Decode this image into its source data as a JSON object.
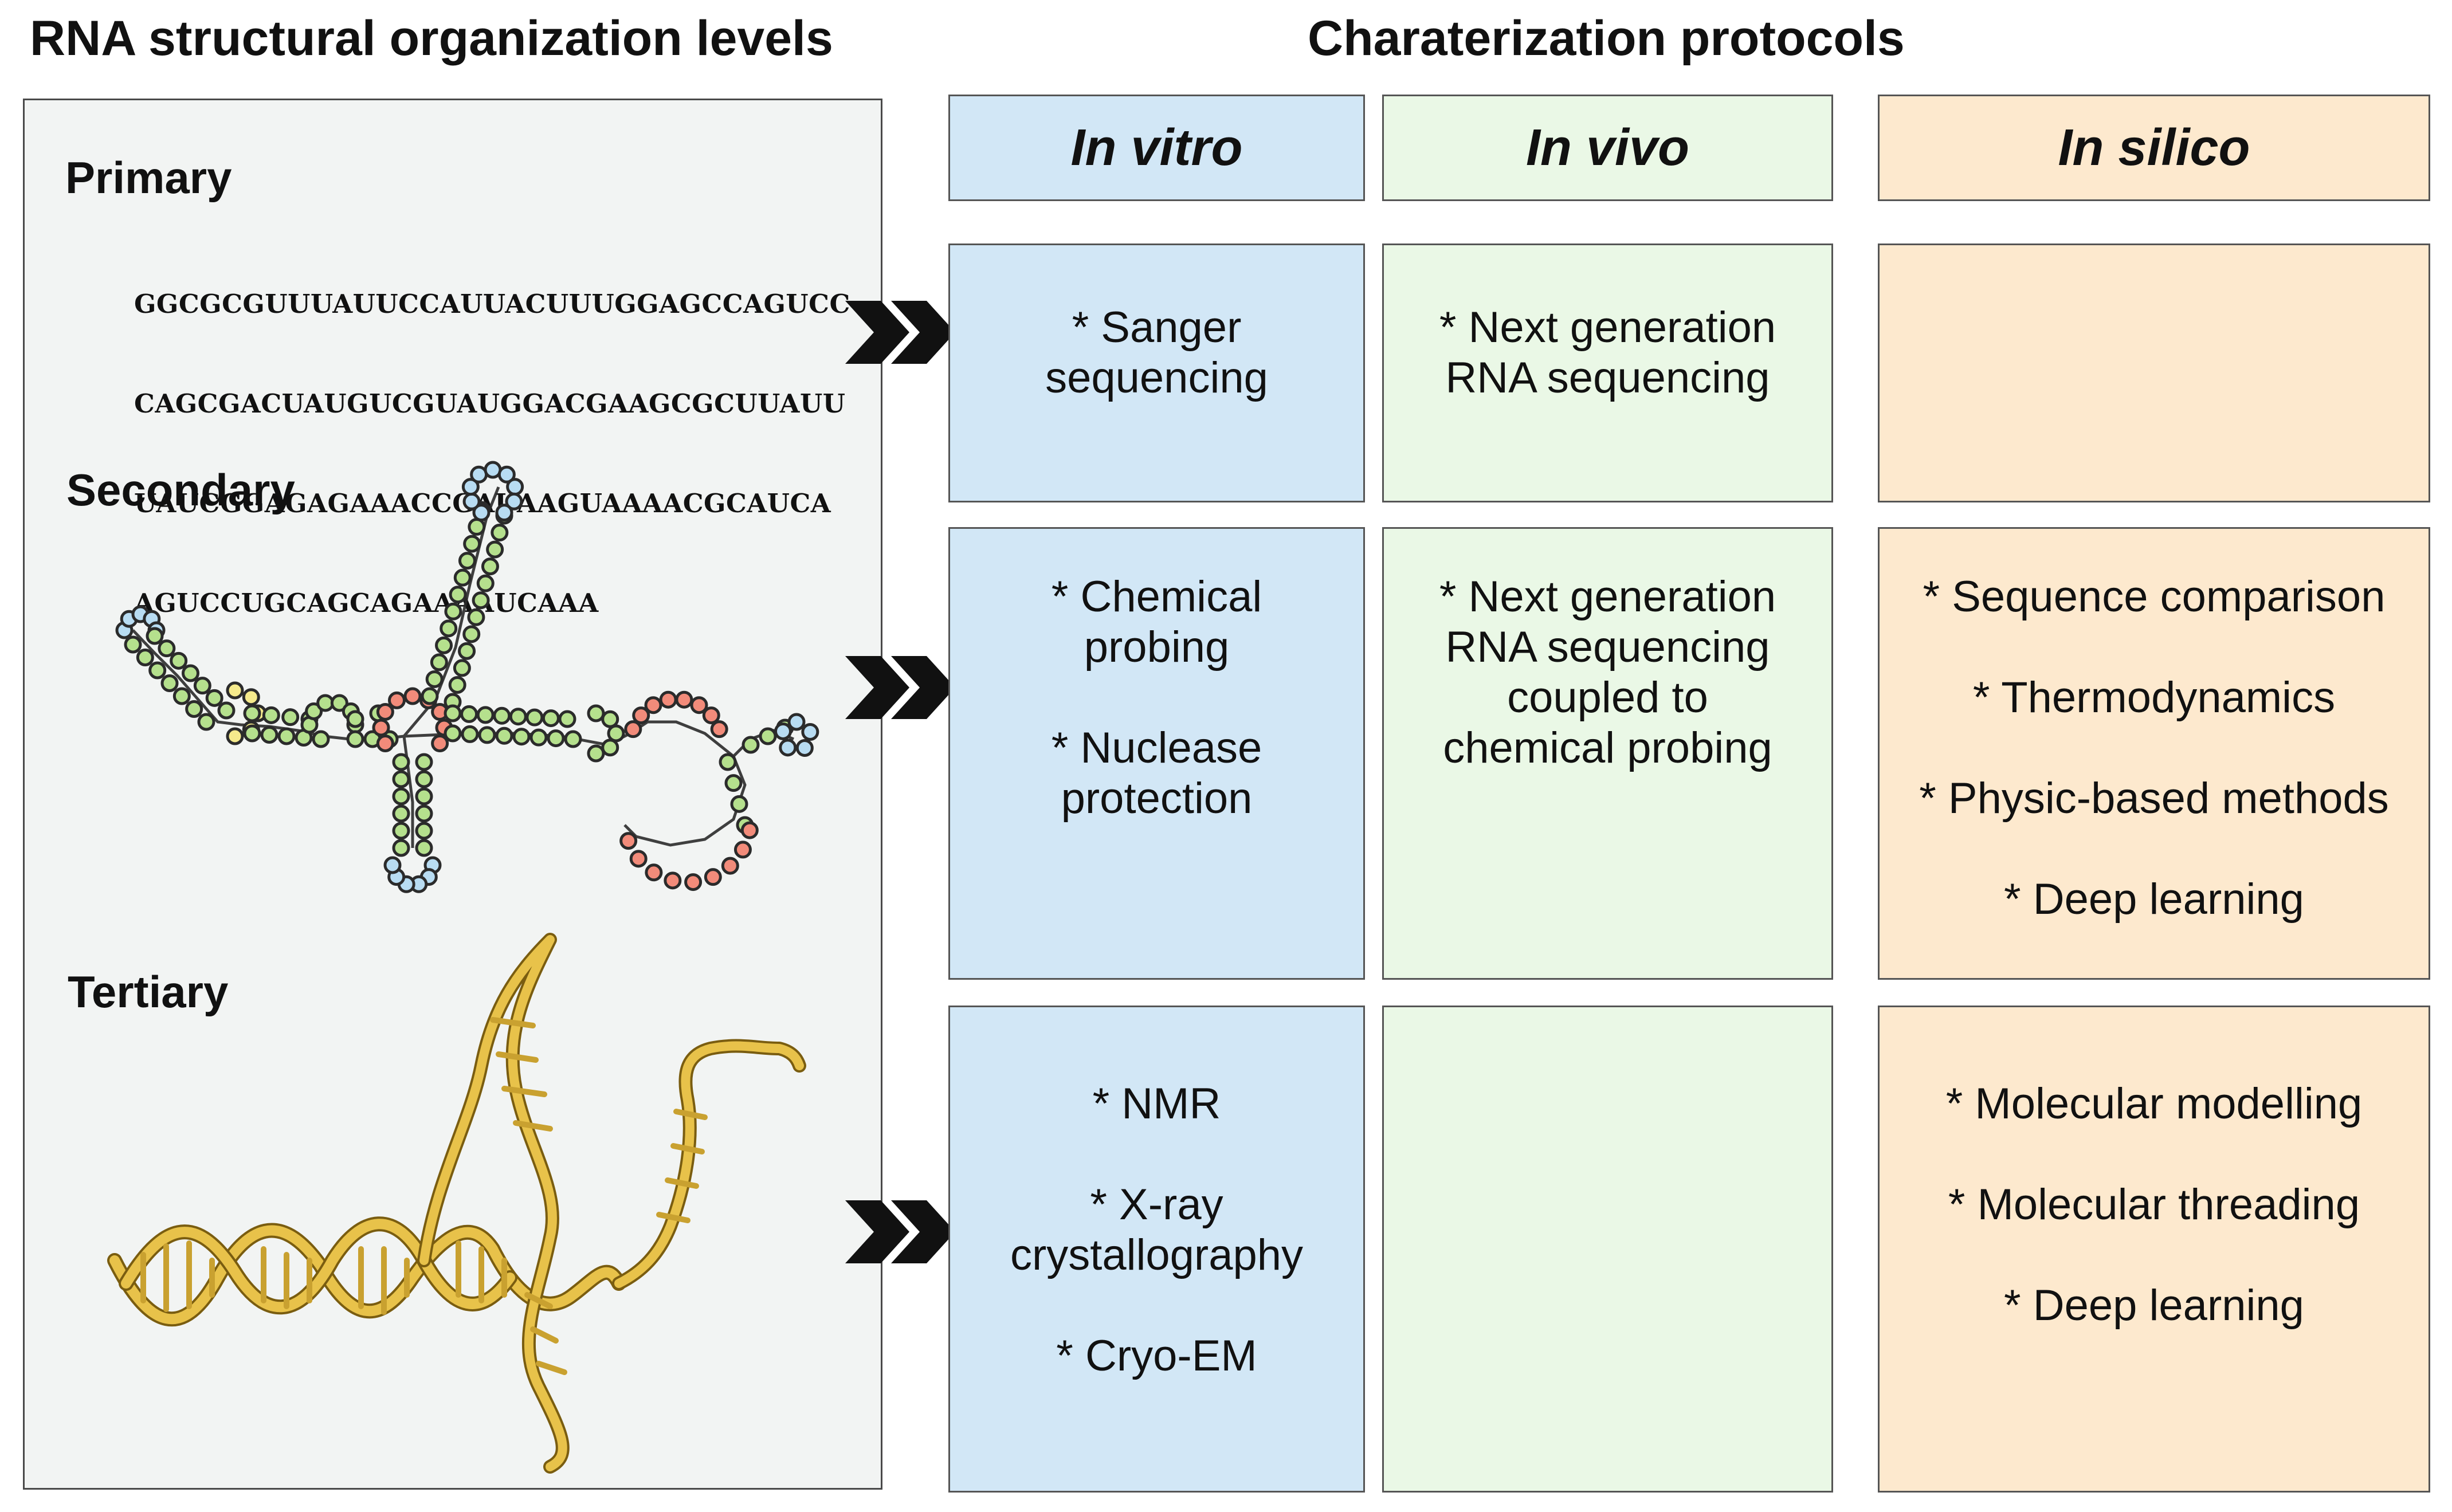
{
  "titles": {
    "left": "RNA structural organization levels",
    "right": "Charaterization protocols"
  },
  "levels": {
    "primary": "Primary",
    "secondary": "Secondary",
    "tertiary": "Tertiary"
  },
  "sequence": [
    "GGCGCGUUUAUUCCAUUACUUUGGAGCCAGUCC",
    "CAGCGACUAUGUCGUAUGGACGAAGCGCUUAUU",
    "UAUCGGAGAGAAACCGAUAAGUAAAACGCAUCA",
    "AGUCCUGCAGCAGAAAAUCAAA"
  ],
  "columns": {
    "vitro": "In vitro",
    "vivo": "In vivo",
    "silico": "In silico"
  },
  "rows": {
    "primary": {
      "vitro": [
        "* Sanger sequencing"
      ],
      "vivo": [
        "* Next generation RNA sequencing"
      ],
      "silico": []
    },
    "secondary": {
      "vitro": [
        "* Chemical probing",
        "* Nuclease protection"
      ],
      "vivo": [
        "* Next generation RNA sequencing coupled to chemical probing"
      ],
      "silico": [
        "* Sequence comparison",
        "* Thermodynamics",
        "* Physic-based methods",
        "* Deep learning"
      ]
    },
    "tertiary": {
      "vitro": [
        "* NMR",
        "* X-ray crystallography",
        "* Cryo-EM"
      ],
      "vivo": [],
      "silico": [
        "* Molecular modelling",
        "* Molecular threading",
        "* Deep learning"
      ]
    }
  },
  "colors": {
    "vitro": "#d2e7f6",
    "vivo": "#eaf8e6",
    "silico": "#fde9ce",
    "helix": "#e8c24a",
    "nt_green": "#b5e08d",
    "nt_blue": "#b8dcf2",
    "nt_red": "#f28b7a",
    "nt_yellow": "#f5ea8c"
  }
}
